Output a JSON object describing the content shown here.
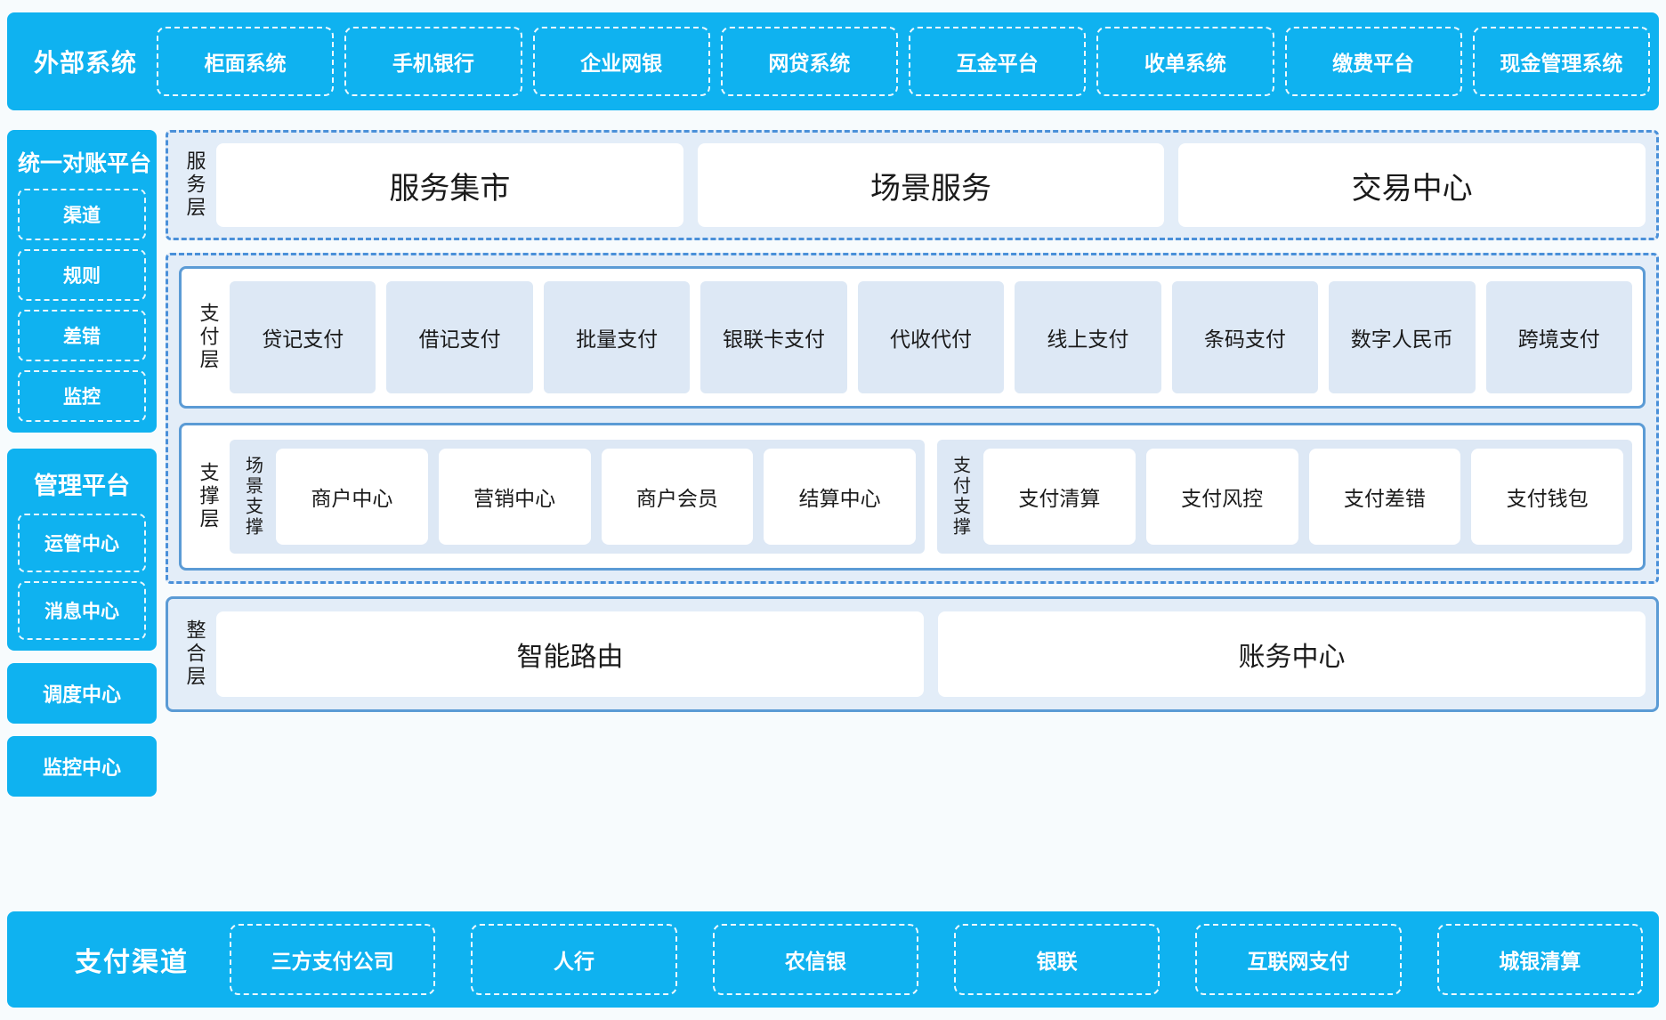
{
  "colors": {
    "brand_blue": "#0fb2f0",
    "panel_blue": "#e3edf8",
    "card_blue": "#dde8f5",
    "border_blue": "#5b9bd5",
    "dashed_blue": "#4a90d9",
    "background": "#f7fbfd",
    "white": "#ffffff"
  },
  "external_systems": {
    "title": "外部系统",
    "items": [
      "柜面系统",
      "手机银行",
      "企业网银",
      "网贷系统",
      "互金平台",
      "收单系统",
      "缴费平台",
      "现金管理系统"
    ]
  },
  "sidebar": {
    "reconciliation": {
      "title": "统一对账平台",
      "items": [
        "渠道",
        "规则",
        "差错",
        "监控"
      ]
    },
    "management": {
      "title": "管理平台",
      "items": [
        "运管中心",
        "消息中心"
      ]
    },
    "standalone": [
      "调度中心",
      "监控中心"
    ]
  },
  "service_layer": {
    "label": "服务层",
    "cards": [
      "服务集市",
      "场景服务",
      "交易中心"
    ]
  },
  "payment_layer": {
    "label": "支付层",
    "cards": [
      "贷记支付",
      "借记支付",
      "批量支付",
      "银联卡支付",
      "代收代付",
      "线上支付",
      "条码支付",
      "数字人民币",
      "跨境支付"
    ]
  },
  "support_layer": {
    "label": "支撑层",
    "groups": [
      {
        "label": "场景支撑",
        "cards": [
          "商户中心",
          "营销中心",
          "商户会员",
          "结算中心"
        ]
      },
      {
        "label": "支付支撑",
        "cards": [
          "支付清算",
          "支付风控",
          "支付差错",
          "支付钱包"
        ]
      }
    ]
  },
  "integration_layer": {
    "label": "整合层",
    "cards": [
      "智能路由",
      "账务中心"
    ]
  },
  "payment_channels": {
    "title": "支付渠道",
    "items": [
      "三方支付公司",
      "人行",
      "农信银",
      "银联",
      "互联网支付",
      "城银清算"
    ]
  }
}
